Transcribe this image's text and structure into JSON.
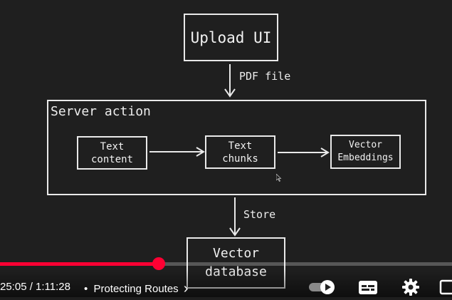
{
  "diagram": {
    "upload_ui": "Upload UI",
    "pdf_file_label": "PDF file",
    "server_action_title": "Server action",
    "text_content_line1": "Text",
    "text_content_line2": "content",
    "text_chunks_line1": "Text",
    "text_chunks_line2": "chunks",
    "vector_embeddings_line1": "Vector",
    "vector_embeddings_line2": "Embeddings",
    "store_label": "Store",
    "vector_db_line1": "Vector",
    "vector_db_line2": "database"
  },
  "player": {
    "time_display": "25:05 / 1:11:28",
    "chapter_separator": "•",
    "chapter_title": "Protecting Routes",
    "chapter_chevron": "›",
    "progress_played": 0.351,
    "progress_loaded": 0.36,
    "accent_color": "#ff0033",
    "icons": [
      "autoplay-toggle-icon",
      "subtitles-icon",
      "settings-gear-icon",
      "miniplayer-icon"
    ]
  }
}
